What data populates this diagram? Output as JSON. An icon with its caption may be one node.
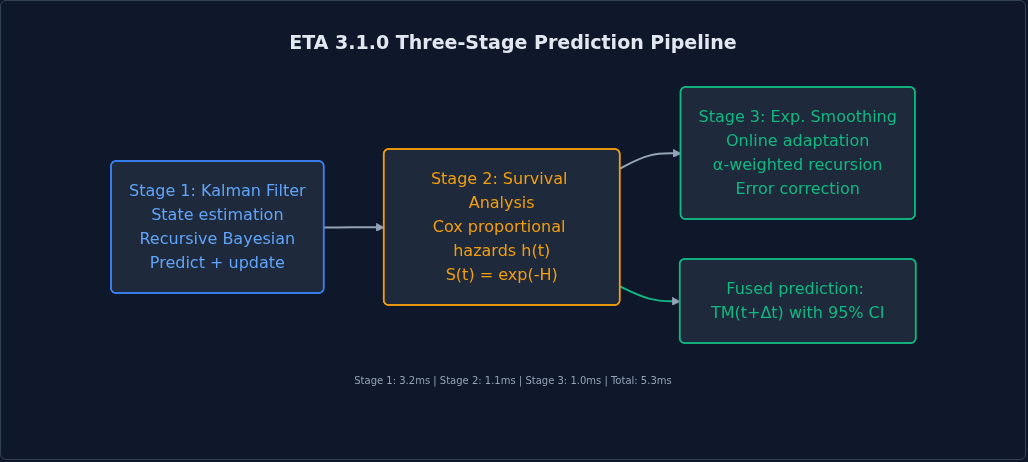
{
  "diagram": {
    "title": "ETA 3.1.0 Three-Stage Prediction Pipeline",
    "nodes": [
      {
        "text": [
          "Stage 1: Kalman Filter",
          "State estimation",
          "Recursive Bayesian",
          "Predict + update"
        ]
      },
      {
        "text": [
          "Stage 2: Survival Analysis",
          "Cox proportional hazards h(t)",
          "S(t) = exp(-H)"
        ]
      },
      {
        "text": [
          "Stage 3: Exp. Smoothing",
          "Online adaptation",
          "α-weighted recursion",
          "Error correction"
        ]
      },
      {
        "text": [
          "Fused prediction: TM(t+Δt) with 95% CI"
        ]
      }
    ],
    "edges": [
      {
        "from": 0,
        "to": 1,
        "arrow": "to"
      },
      {
        "from": 1,
        "to": 2,
        "arrow": "to"
      },
      {
        "from": 1,
        "to": 3,
        "arrow": "to",
        "color": "#10b981"
      }
    ],
    "labels": [
      "Stage 1: 3.2ms | Stage 2: 1.1ms | Stage 3: 1.0ms | Total: 5.3ms"
    ]
  }
}
